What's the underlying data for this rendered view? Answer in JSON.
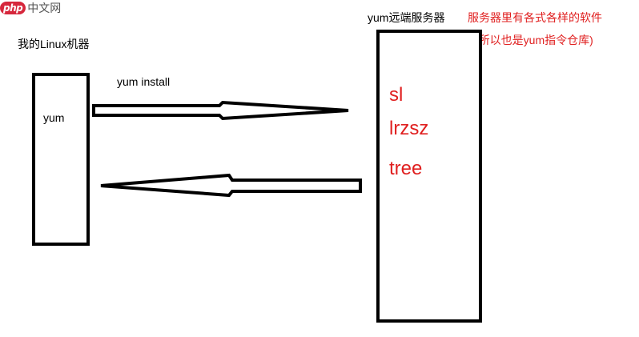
{
  "watermark": {
    "logo": "php",
    "text": "中文网"
  },
  "local": {
    "title": "我的Linux机器",
    "tool_label": "yum"
  },
  "remote": {
    "title": "yum远端服务器",
    "note_line1": "服务器里有各式各样的软件",
    "note_line2": "(所以也是yum指令仓库)",
    "packages": [
      "sl",
      "lrzsz",
      "tree"
    ]
  },
  "arrow": {
    "request_label": "yum install"
  },
  "colors": {
    "annotation": "#e02020",
    "stroke": "#000000"
  }
}
